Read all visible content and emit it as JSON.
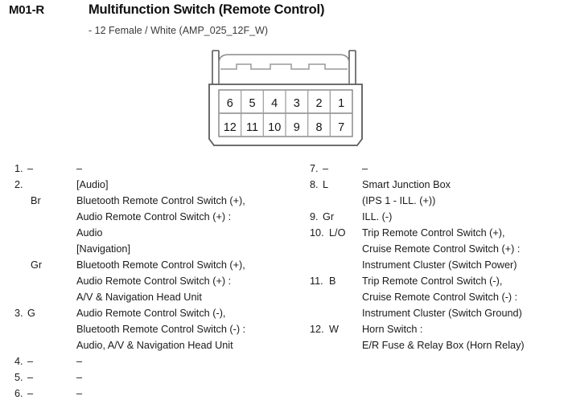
{
  "header": {
    "code": "M01-R",
    "title": "Multifunction Switch (Remote Control)",
    "subtitle": "- 12 Female / White (AMP_025_12F_W)"
  },
  "connector": {
    "name": "connector-12-pin-female-white",
    "rows": [
      [
        "6",
        "5",
        "4",
        "3",
        "2",
        "1"
      ],
      [
        "12",
        "11",
        "10",
        "9",
        "8",
        "7"
      ]
    ]
  },
  "pins_left": [
    {
      "num": "1.",
      "color": "–",
      "desc": "–"
    },
    {
      "num": "2.",
      "color": "",
      "desc": "[Audio]"
    },
    {
      "num": "",
      "color": "Br",
      "desc": "Bluetooth Remote Control Switch (+),"
    },
    {
      "num": "",
      "color": "",
      "desc": "Audio Remote Control Switch (+) :"
    },
    {
      "num": "",
      "color": "",
      "desc": "Audio"
    },
    {
      "num": "",
      "color": "",
      "desc": "[Navigation]"
    },
    {
      "num": "",
      "color": "Gr",
      "desc": "Bluetooth Remote Control Switch (+),"
    },
    {
      "num": "",
      "color": "",
      "desc": "Audio Remote Control Switch (+) :"
    },
    {
      "num": "",
      "color": "",
      "desc": "A/V & Navigation Head Unit"
    },
    {
      "num": "3.",
      "color": "G",
      "desc": "Audio Remote Control Switch (-),"
    },
    {
      "num": "",
      "color": "",
      "desc": "Bluetooth Remote Control Switch (-) :"
    },
    {
      "num": "",
      "color": "",
      "desc": "Audio, A/V & Navigation Head Unit"
    },
    {
      "num": "4.",
      "color": "–",
      "desc": "–"
    },
    {
      "num": "5.",
      "color": "–",
      "desc": "–"
    },
    {
      "num": "6.",
      "color": "–",
      "desc": "–"
    }
  ],
  "pins_right": [
    {
      "num": "7.",
      "color": "–",
      "desc": "–"
    },
    {
      "num": "8.",
      "color": "L",
      "desc": "Smart Junction Box"
    },
    {
      "num": "",
      "color": "",
      "desc": "(IPS 1 - ILL. (+))"
    },
    {
      "num": "9.",
      "color": "Gr",
      "desc": "ILL. (-)"
    },
    {
      "num": "10.",
      "color": "L/O",
      "desc": "Trip Remote Control Switch (+),"
    },
    {
      "num": "",
      "color": "",
      "desc": "Cruise Remote Control Switch (+) :"
    },
    {
      "num": "",
      "color": "",
      "desc": "Instrument Cluster (Switch Power)"
    },
    {
      "num": "11.",
      "color": "B",
      "desc": "Trip Remote Control Switch (-),"
    },
    {
      "num": "",
      "color": "",
      "desc": "Cruise Remote Control Switch (-) :"
    },
    {
      "num": "",
      "color": "",
      "desc": "Instrument Cluster (Switch Ground)"
    },
    {
      "num": "12.",
      "color": "W",
      "desc": "Horn Switch :"
    },
    {
      "num": "",
      "color": "",
      "desc": "E/R Fuse & Relay Box (Horn Relay)"
    }
  ],
  "colors": {
    "text": "#1a1a1a",
    "subtitle": "#3a3a3a",
    "diagram_stroke": "#5a5a5a",
    "background": "#ffffff"
  }
}
